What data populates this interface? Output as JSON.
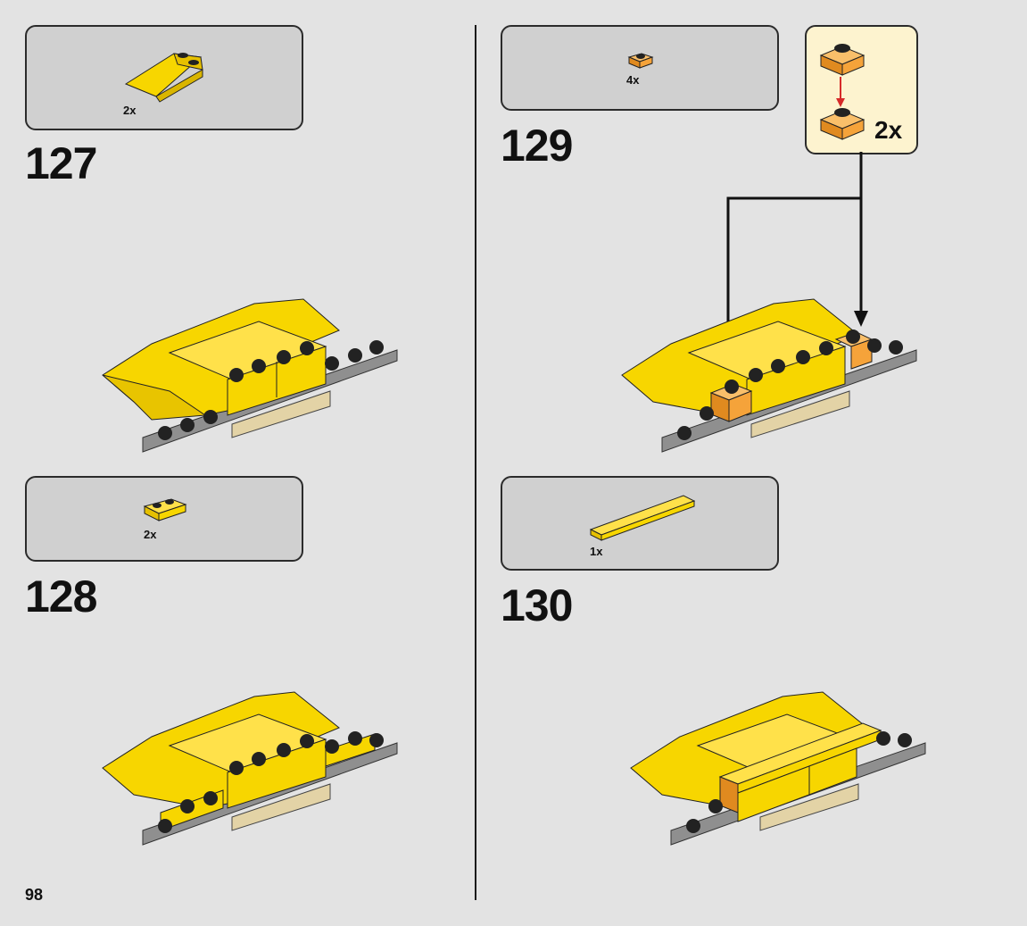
{
  "page_number": "98",
  "steps": [
    {
      "number": "127",
      "parts_qty": "2x"
    },
    {
      "number": "128",
      "parts_qty": "2x"
    },
    {
      "number": "129",
      "parts_qty": "4x"
    },
    {
      "number": "130",
      "parts_qty": "1x"
    }
  ],
  "callout": {
    "qty": "2x"
  },
  "colors": {
    "background": "#e3e3e3",
    "parts_box": "#d0d0d0",
    "callout_bg": "#fdf3cf",
    "yellow": "#f7d600",
    "orange": "#f5a33a",
    "gray_plate": "#9e9e9e",
    "tan": "#e3d3a6",
    "arrow_red": "#d62a2a"
  },
  "icons": [
    "yellow-wedge-part-icon",
    "yellow-plate-1x2-part-icon",
    "orange-plate-1x1-part-icon",
    "yellow-tile-long-part-icon"
  ]
}
